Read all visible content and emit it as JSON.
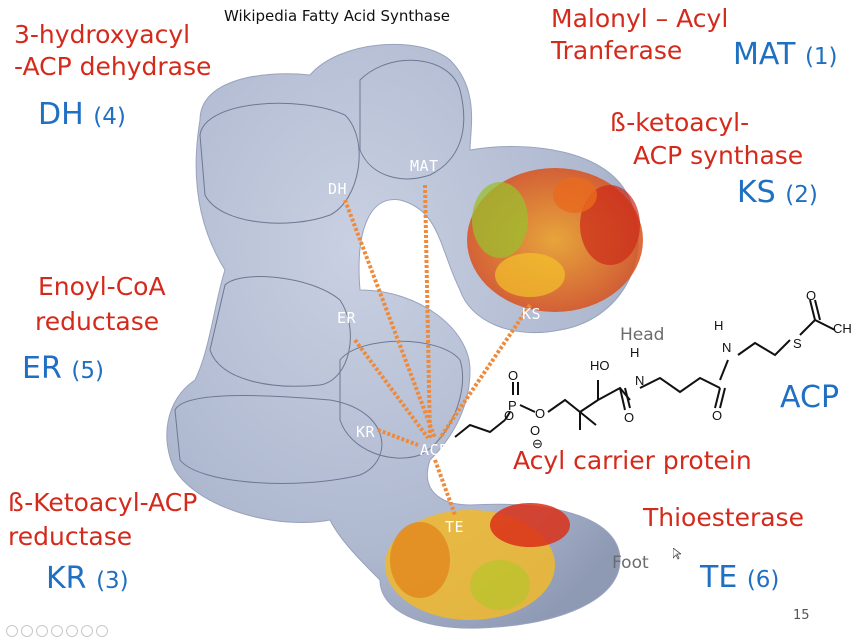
{
  "slide": {
    "caption": "Wikipedia Fatty Acid Synthase",
    "page_number": "15"
  },
  "enzymes": {
    "mat": {
      "name_line1": "Malonyl – Acyl",
      "name_line2": "Tranferase",
      "abbr": "MAT",
      "step": "(1)"
    },
    "dh": {
      "name_line1": "3-hydroxyacyl",
      "name_line2": "-ACP dehydrase",
      "abbr": "DH",
      "step": "(4)"
    },
    "ks": {
      "name_line1": "ß-ketoacyl-",
      "name_line2": "ACP synthase",
      "abbr": "KS",
      "step": "(2)"
    },
    "er": {
      "name_line1": "Enoyl-CoA",
      "name_line2": "reductase",
      "abbr": "ER",
      "step": "(5)"
    },
    "kr": {
      "name_line1": "ß-Ketoacyl-ACP",
      "name_line2": "reductase",
      "abbr": "KR",
      "step": "(3)"
    },
    "te": {
      "name_line1": "Thioesterase",
      "abbr": "TE",
      "step": "(6)"
    },
    "acp": {
      "abbr": "ACP",
      "name": "Acyl carrier protein"
    }
  },
  "figure": {
    "domain_labels": {
      "dh": "DH",
      "mat": "MAT",
      "er": "ER",
      "ks": "KS",
      "kr": "KR",
      "acp": "ACP",
      "te": "TE"
    },
    "head_label": "Head",
    "foot_label": "Foot",
    "surface_color": "#b2bcd3",
    "linker_color": "#ef8a3a"
  },
  "chem": {
    "ho": "HO",
    "h": "H",
    "n": "N",
    "o": "O",
    "p": "P",
    "s": "S",
    "ch": "CH",
    "minus": "⊖"
  }
}
